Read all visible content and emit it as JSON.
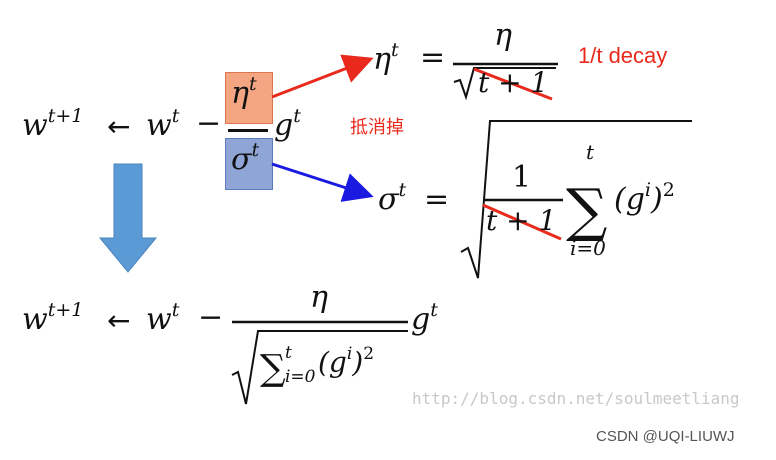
{
  "top_eq": {
    "lhs": "w",
    "lhs_sup": "t+1",
    "arrow": "←",
    "w": "w",
    "w_sup": "t",
    "minus": "−",
    "eta": "η",
    "eta_sup": "t",
    "sigma": "σ",
    "sigma_sup": "t",
    "g": "g",
    "g_sup": "t"
  },
  "eta_def": {
    "lhs": "η",
    "lhs_sup": "t",
    "equals": "=",
    "num": "η",
    "den": "t + 1"
  },
  "decay_label": "1/t decay",
  "cancel_label": "抵消掉",
  "sigma_def": {
    "lhs": "σ",
    "lhs_sup": "t",
    "equals": "=",
    "frac_num": "1",
    "frac_den": "t + 1",
    "sum_upper": "t",
    "sum_lower": "i=0",
    "term": "(g",
    "term_sup": "i",
    "term_close": ")",
    "term_pow": "2"
  },
  "result_eq": {
    "lhs": "w",
    "lhs_sup": "t+1",
    "arrow": "←",
    "w": "w",
    "w_sup": "t",
    "minus": "−",
    "num": "η",
    "den_sum_sup": "t",
    "den_sum_sub": "i=0",
    "den_term": "(g",
    "den_term_sup": "i",
    "den_term_close": ")",
    "den_term_pow": "2",
    "g": "g",
    "g_sup": "t"
  },
  "watermark": "http://blog.csdn.net/soulmeetliang",
  "credit": "CSDN @UQI-LIUWJ",
  "colors": {
    "eta_box_fill": "#f4a582",
    "eta_box_border": "#d9774e",
    "sigma_box_fill": "#8fa5d6",
    "sigma_box_border": "#5f7bbf",
    "red_arrow": "#e8291c",
    "blue_arrow": "#1a1ae0",
    "down_arrow": "#5b9bd5",
    "strike": "#e8291c"
  }
}
